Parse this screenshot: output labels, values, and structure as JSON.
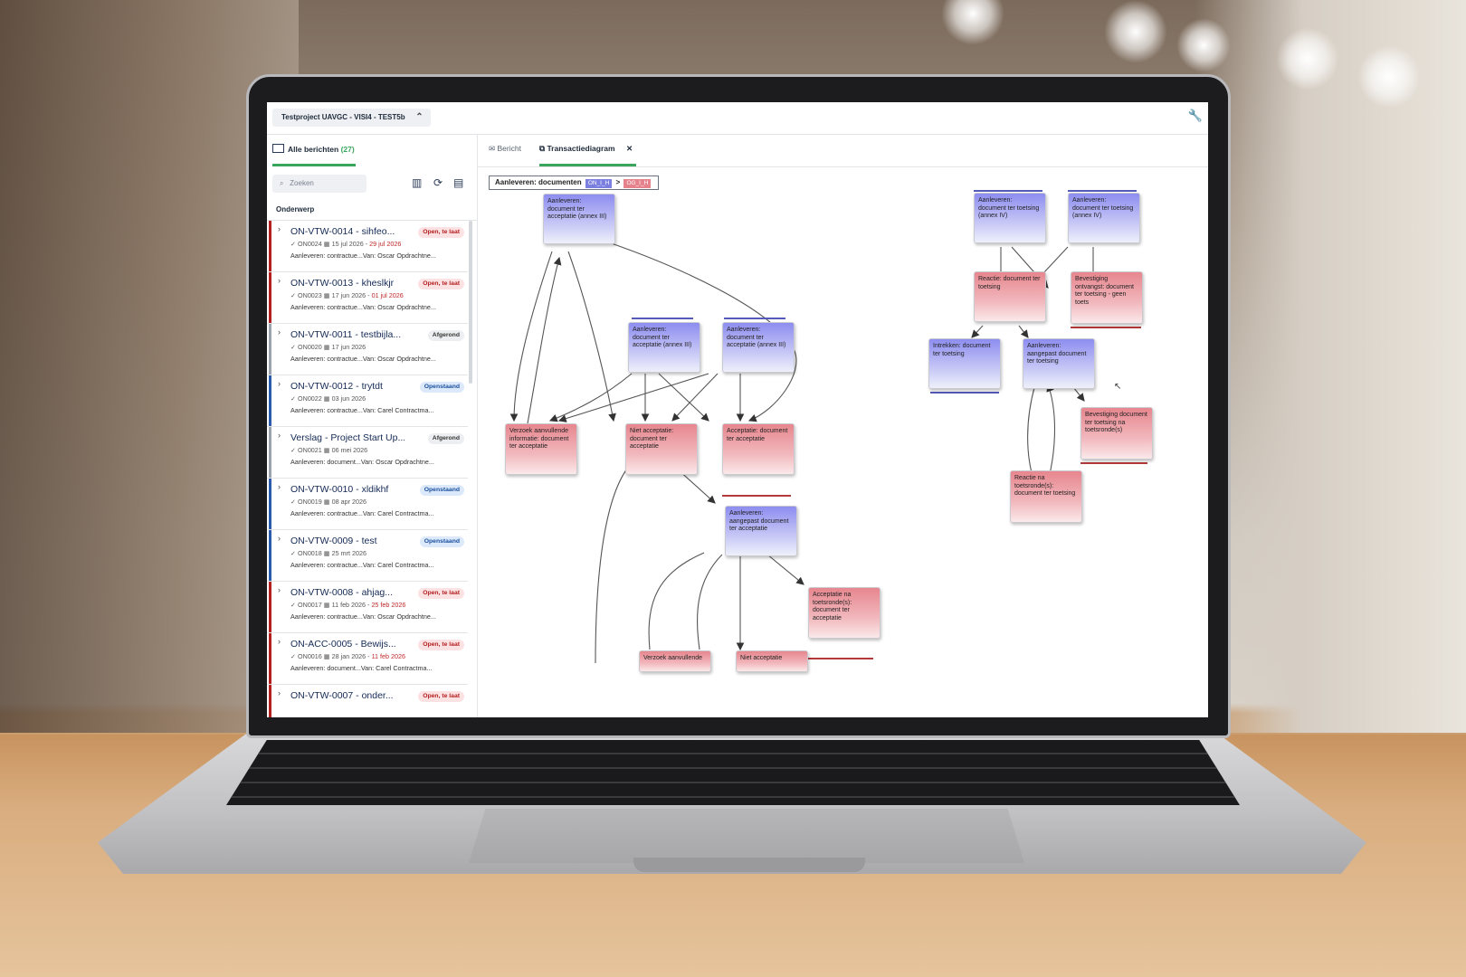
{
  "app": {
    "project_label": "Testproject UAVGC - VISI4 - TEST5b",
    "project_chevron": "⌃",
    "settings_icon": "wrench-icon"
  },
  "sidebar": {
    "tab_label": "Alle berichten",
    "tab_count": "(27)",
    "search_placeholder": "Zoeken",
    "column_header": "Onderwerp",
    "items": [
      {
        "title": "ON-VTW-0014 - sihfeo...",
        "badge": "Open, te laat",
        "status": "late",
        "check": "✓",
        "id": "ON0024",
        "date": "15 jul 2026",
        "due": "29 jul 2026",
        "desc": "Aanleveren: contractue...Van: Oscar Opdrachtne..."
      },
      {
        "title": "ON-VTW-0013 - kheslkjr",
        "badge": "Open, te laat",
        "status": "late",
        "check": "✓",
        "id": "ON0023",
        "date": "17 jun 2026",
        "due": "01 jul 2026",
        "desc": "Aanleveren: contractue...Van: Oscar Opdrachtne..."
      },
      {
        "title": "ON-VTW-0011 - testbijla...",
        "badge": "Afgerond",
        "status": "done",
        "check": "✓",
        "id": "ON0020",
        "date": "17 jun 2026",
        "due": "",
        "desc": "Aanleveren: contractue...Van: Oscar Opdrachtne..."
      },
      {
        "title": "ON-VTW-0012 - trytdt",
        "badge": "Openstaand",
        "status": "open",
        "check": "✓",
        "id": "ON0022",
        "date": "03 jun 2026",
        "due": "",
        "desc": "Aanleveren: contractue...Van: Carel Contractma..."
      },
      {
        "title": "Verslag - Project Start Up...",
        "badge": "Afgerond",
        "status": "done",
        "check": "✓",
        "id": "ON0021",
        "date": "06 mei 2026",
        "due": "",
        "desc": "Aanleveren: document...Van: Oscar Opdrachtne..."
      },
      {
        "title": "ON-VTW-0010 - xldikhf",
        "badge": "Openstaand",
        "status": "open",
        "check": "✓",
        "id": "ON0019",
        "date": "08 apr 2026",
        "due": "",
        "desc": "Aanleveren: contractue...Van: Carel Contractma..."
      },
      {
        "title": "ON-VTW-0009 - test",
        "badge": "Openstaand",
        "status": "open",
        "check": "✓",
        "id": "ON0018",
        "date": "25 mrt 2026",
        "due": "",
        "desc": "Aanleveren: contractue...Van: Carel Contractma..."
      },
      {
        "title": "ON-VTW-0008 - ahjag...",
        "badge": "Open, te laat",
        "status": "late",
        "check": "✓",
        "id": "ON0017",
        "date": "11 feb 2026",
        "due": "25 feb 2026",
        "desc": "Aanleveren: contractue...Van: Oscar Opdrachtne..."
      },
      {
        "title": "ON-ACC-0005 - Bewijs...",
        "badge": "Open, te laat",
        "status": "late",
        "check": "✓",
        "id": "ON0016",
        "date": "28 jan 2026",
        "due": "11 feb 2026",
        "desc": "Aanleveren: document...Van: Carel Contractma..."
      },
      {
        "title": "ON-VTW-0007 - onder...",
        "badge": "Open, te laat",
        "status": "late",
        "check": "✓",
        "id": "",
        "date": "",
        "due": "",
        "desc": ""
      }
    ]
  },
  "main": {
    "tabs": [
      {
        "label": "Bericht",
        "icon": "envelope-icon"
      },
      {
        "label": "Transactiediagram",
        "icon": "diagram-icon",
        "close": "✕"
      }
    ],
    "breadcrumb": {
      "label": "Aanleveren: documenten",
      "chip1": "ON_I_H",
      "separator": ">",
      "chip2": "OG_I_H"
    },
    "nodes": {
      "n1": "Aanleveren: document ter acceptatie (annex III)",
      "n2": "Aanleveren: document ter acceptatie (annex III)",
      "n3": "Aanleveren: document ter acceptatie (annex III)",
      "n4": "Verzoek aanvullende informatie: document ter acceptatie",
      "n5": "Niet acceptatie: document ter acceptatie",
      "n6": "Acceptatie: document ter acceptatie",
      "n7": "Aanleveren: aangepast document ter acceptatie",
      "n8": "Acceptatie na toetsronde(s): document ter acceptatie",
      "n9": "Verzoek aanvullende",
      "n10": "Niet acceptatie",
      "r1": "Aanleveren: document ter toetsing (annex IV)",
      "r2": "Aanleveren: document ter toetsing (annex IV)",
      "r3": "Reactie: document ter toetsing",
      "r4": "Bevestiging ontvangst: document ter toetsing - geen toets",
      "r5": "Intrekken: document ter toetsing",
      "r6": "Aanleveren: aangepast document ter toetsing",
      "r7": "Bevestiging document ter toetsing na toetsronde(s)",
      "r8": "Reactie na toetsronde(s): document ter toetsing"
    }
  }
}
